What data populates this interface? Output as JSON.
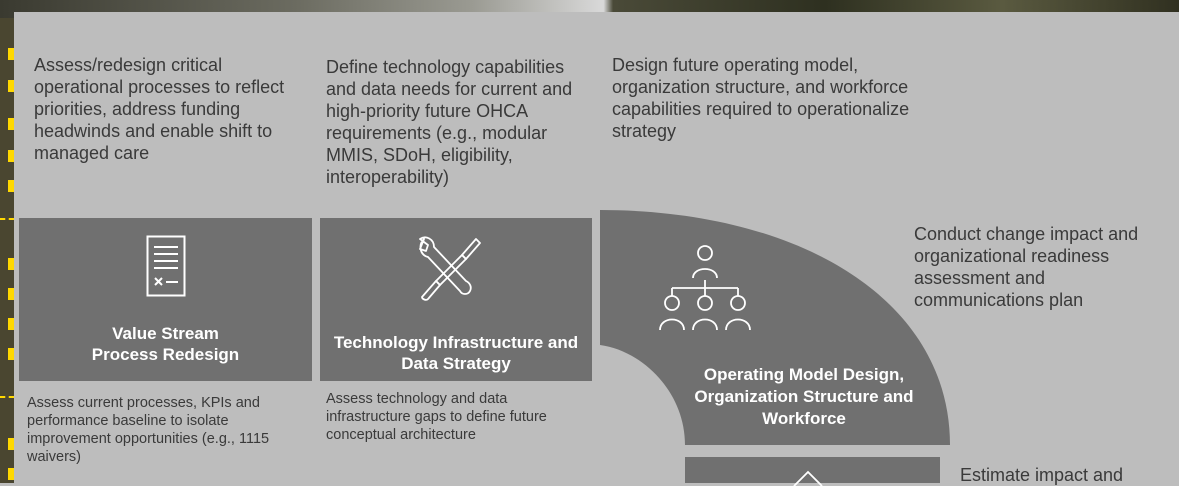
{
  "intro": {
    "col1": "Assess/redesign critical operational processes to reflect priorities, address funding headwinds and enable shift to managed care",
    "col2": "Define technology capabilities and data needs for current and high-priority future OHCA requirements (e.g., modular MMIS, SDoH, eligibility, interoperability)",
    "col3": "Design future operating model, organization structure, and workforce capabilities required to operationalize strategy"
  },
  "right_notes": {
    "change": "Conduct change impact and organizational readiness assessment and communications plan",
    "estimate": "Estimate impact and"
  },
  "cards": [
    {
      "title": "Value Stream Process Redesign",
      "icon": "document-list-icon",
      "description": "Assess current processes, KPIs and performance baseline to isolate improvement opportunities (e.g., 1115 waivers)"
    },
    {
      "title": "Technology Infrastructure and Data Strategy",
      "icon": "tools-icon",
      "description": "Assess technology and data infrastructure gaps to define future conceptual architecture"
    },
    {
      "title": "Operating Model Design, Organization Structure and Workforce",
      "icon": "org-chart-icon",
      "description": ""
    }
  ],
  "colors": {
    "background": "#bdbdbd",
    "card": "#707070",
    "text": "#3a3a3a",
    "accent": "#ffd800"
  }
}
